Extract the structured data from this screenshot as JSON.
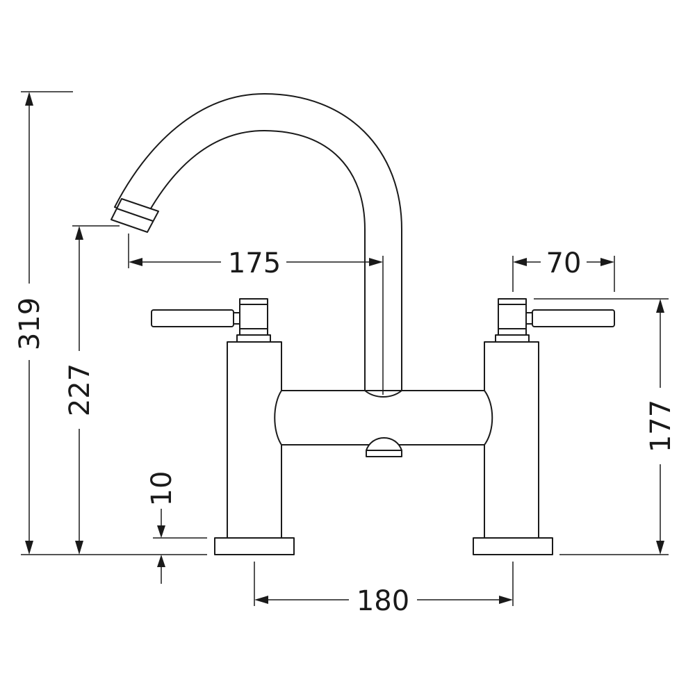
{
  "dimensions": {
    "total_height": "319",
    "spout_height": "227",
    "base_height": "10",
    "spout_reach": "175",
    "lever_length": "70",
    "body_height": "177",
    "tap_centres": "180"
  }
}
